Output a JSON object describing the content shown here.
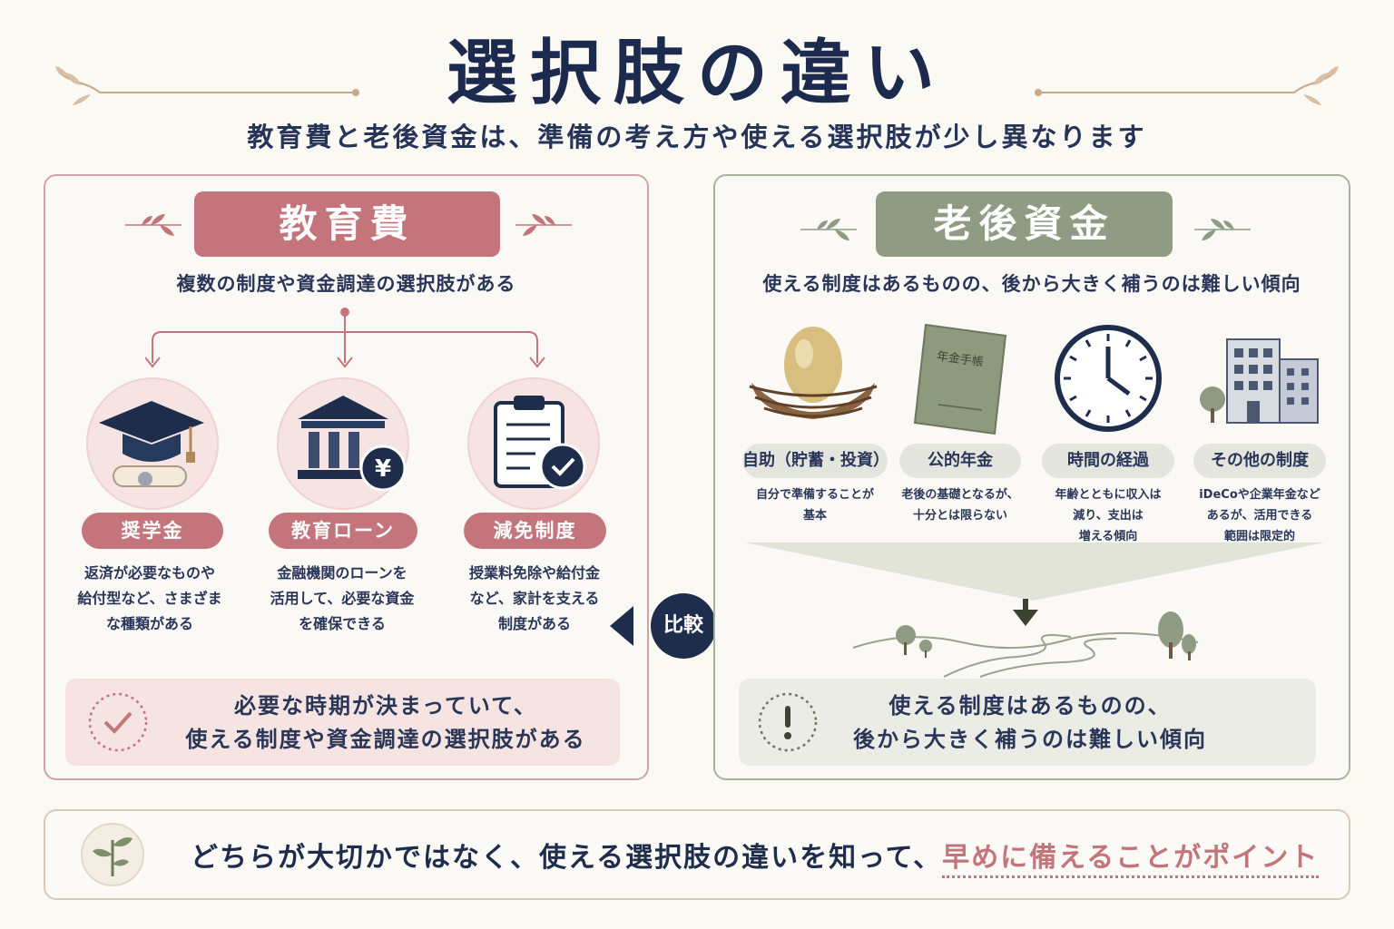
{
  "title": "選択肢の違い",
  "subtitle": "教育費と老後資金は、準備の考え方や使える選択肢が少し異なります",
  "education": {
    "title": "教育費",
    "description": "複数の制度や資金調達の選択肢がある",
    "options": [
      {
        "icon": "graduation-cap-icon",
        "label": "奨学金",
        "text": [
          "返済が必要なものや",
          "給付型など、さまざま",
          "な種類がある"
        ]
      },
      {
        "icon": "bank-yen-icon",
        "label": "教育ローン",
        "text": [
          "金融機関のローンを",
          "活用して、必要な資金",
          "を確保できる"
        ]
      },
      {
        "icon": "clipboard-check-icon",
        "label": "減免制度",
        "text": [
          "授業料免除や給付金",
          "など、家計を支える",
          "制度がある"
        ]
      }
    ],
    "summary": [
      "必要な時期が決まっていて、",
      "使える制度や資金調達の選択肢がある"
    ]
  },
  "compare_label": "比較",
  "retirement": {
    "title": "老後資金",
    "description": "使える制度はあるものの、後から大きく補うのは難しい傾向",
    "booklet_label": "年金手帳",
    "options": [
      {
        "icon": "nest-egg-icon",
        "label": "自助（貯蓄・投資）",
        "text": [
          "自分で準備することが",
          "基本"
        ]
      },
      {
        "icon": "pension-book-icon",
        "label": "公的年金",
        "text": [
          "老後の基礎となるが、",
          "十分とは限らない"
        ]
      },
      {
        "icon": "clock-icon",
        "label": "時間の経過",
        "text": [
          "年齢とともに収入は",
          "減り、支出は",
          "増える傾向"
        ]
      },
      {
        "icon": "office-building-icon",
        "label": "その他の制度",
        "text": [
          "iDeCoや企業年金など",
          "あるが、活用できる",
          "範囲は限定的"
        ]
      }
    ],
    "summary": [
      "使える制度はあるものの、",
      "後から大きく補うのは難しい傾向"
    ]
  },
  "bottom": {
    "text": "どちらが大切かではなく、使える選択肢の違いを知って、",
    "accent": "早めに備えることがポイント"
  },
  "colors": {
    "navy": "#1f2d4d",
    "rose": "#c4747b",
    "sage": "#8f9b83",
    "background": "#fbf9f4"
  }
}
